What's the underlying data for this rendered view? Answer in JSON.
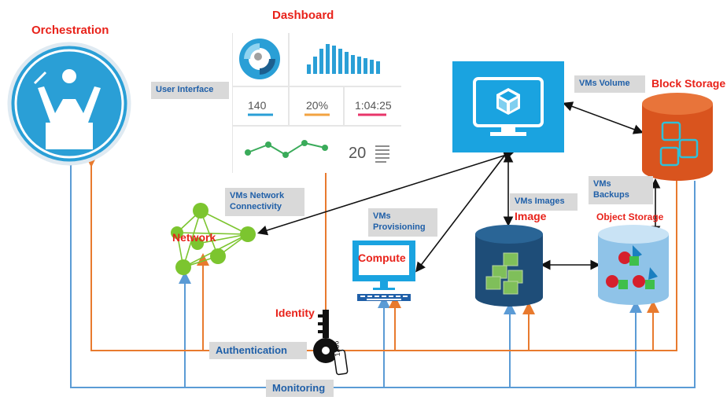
{
  "titles": {
    "orchestration": "Orchestration",
    "dashboard": "Dashboard",
    "block_storage": "Block Storage",
    "network": "Network",
    "compute": "Compute",
    "image": "Image",
    "object_storage": "Object Storage",
    "identity": "Identity"
  },
  "tags": {
    "user_interface": "User Interface",
    "vms_volume": "VMs  Volume",
    "vms_network": "VMs Network Connectivity",
    "vms_provisioning": "VMs Provisioning",
    "vms_images": "VMs  Images",
    "vms_backups": "VMs Backups"
  },
  "bars": {
    "authentication": "Authentication",
    "monitoring": "Monitoring"
  },
  "dashboard_widgets": {
    "stat1": "140",
    "stat2": "20%",
    "stat3": "1:04:25",
    "count": "20"
  },
  "key_tag_text": "1266",
  "colors": {
    "accent_blue": "#2a9fd6",
    "orange_line": "#e87a2e",
    "blue_line": "#5b9bd5",
    "storage_orange": "#d9541e",
    "network_green": "#7cc52f",
    "title_red": "#e8221a"
  }
}
